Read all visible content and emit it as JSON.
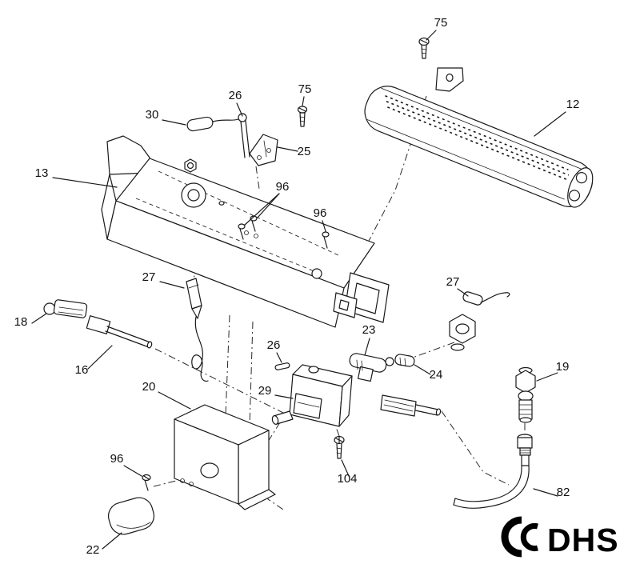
{
  "diagram": {
    "type": "exploded-parts-diagram",
    "background": "#ffffff",
    "line_color": "#1a1a1a",
    "callouts": [
      {
        "label": "75"
      },
      {
        "label": "12"
      },
      {
        "label": "30"
      },
      {
        "label": "26"
      },
      {
        "label": "75"
      },
      {
        "label": "25"
      },
      {
        "label": "13"
      },
      {
        "label": "96"
      },
      {
        "label": "96"
      },
      {
        "label": "27"
      },
      {
        "label": "27"
      },
      {
        "label": "18"
      },
      {
        "label": "16"
      },
      {
        "label": "23"
      },
      {
        "label": "26"
      },
      {
        "label": "24"
      },
      {
        "label": "19"
      },
      {
        "label": "20"
      },
      {
        "label": "29"
      },
      {
        "label": "96"
      },
      {
        "label": "104"
      },
      {
        "label": "82"
      },
      {
        "label": "22"
      }
    ]
  },
  "logo": {
    "text": "DHS"
  }
}
